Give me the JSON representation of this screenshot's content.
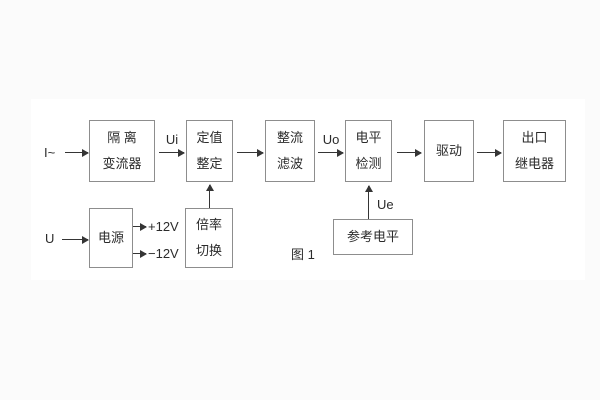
{
  "figure": {
    "caption": "图 1",
    "colors": {
      "background": "#fbfbfb",
      "panel": "#ffffff",
      "box_border": "#8d8d8d",
      "line": "#353535",
      "text": "#2b2b2b"
    }
  },
  "blocks": {
    "isolation": {
      "line1": "隔 离",
      "line2": "变流器"
    },
    "setting": {
      "line1": "定值",
      "line2": "整定"
    },
    "rectifier": {
      "line1": "整流",
      "line2": "滤波"
    },
    "level": {
      "line1": "电平",
      "line2": "检测"
    },
    "drive": {
      "label": "驱动"
    },
    "relay": {
      "line1": "出口",
      "line2": "继电器"
    },
    "power": {
      "label": "电源"
    },
    "ratio": {
      "line1": "倍率",
      "line2": "切换"
    },
    "reference": {
      "label": "参考电平"
    }
  },
  "signals": {
    "input_current": "I~",
    "ui": "Ui",
    "uo": "Uo",
    "ue": "Ue",
    "input_voltage": "U",
    "plus12v": "+12V",
    "minus12v": "−12V"
  }
}
